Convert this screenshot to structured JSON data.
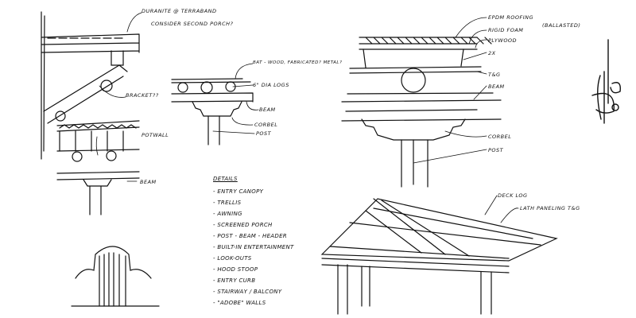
{
  "left_section": {
    "roof_note": "Duranite @ terraband",
    "question": "Consider second porch?",
    "bracket": "Bracket??",
    "potwall": "Potwall",
    "beam": "Beam"
  },
  "middle_section": {
    "bat_note": "Bat - wood, fabricated? Metal?",
    "logs": "6\" dia logs",
    "beam": "Beam",
    "corbel": "Corbel",
    "post": "Post"
  },
  "details": {
    "title": "Details",
    "items": [
      "- Entry canopy",
      "- Trellis",
      "- Awning",
      "- Screened porch",
      "- Post - beam - header",
      "- Built-in entertainment",
      "- Look-outs",
      "- Hood stoop",
      "- Entry curb",
      "- Stairway / balcony",
      "- \"Adobe\" walls"
    ]
  },
  "right_section": {
    "roofing": "EPDM roofing",
    "ballasted": "(ballasted)",
    "rigid_foam": "Rigid foam",
    "plywood": "Plywood",
    "two_x": "2x",
    "tg": "T&G",
    "beam": "Beam",
    "corbel": "Corbel",
    "post": "Post",
    "deck_log": "Deck log",
    "lath": "Lath paneling T&G"
  },
  "signature": "signature"
}
